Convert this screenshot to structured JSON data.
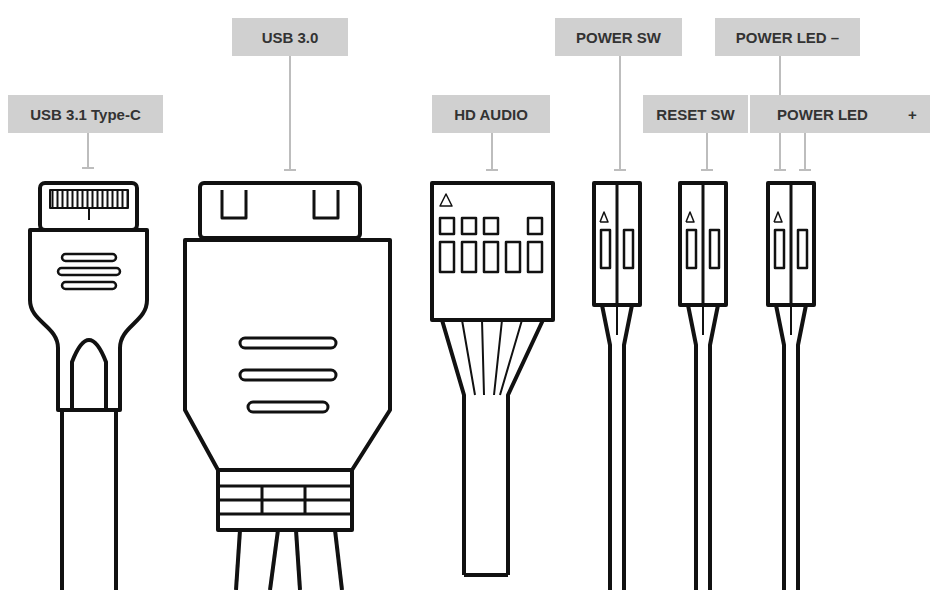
{
  "diagram": {
    "nodes": [
      {
        "text": [
          "USB 3.0"
        ]
      },
      {
        "text": [
          "POWER SW"
        ]
      },
      {
        "text": [
          "POWER LED –"
        ]
      },
      {
        "text": [
          "USB 3.1 Type-C"
        ]
      },
      {
        "text": [
          "HD AUDIO"
        ]
      },
      {
        "text": [
          "RESET SW"
        ]
      },
      {
        "text": [
          "POWER LED"
        ]
      }
    ],
    "labels": [
      "+"
    ]
  }
}
